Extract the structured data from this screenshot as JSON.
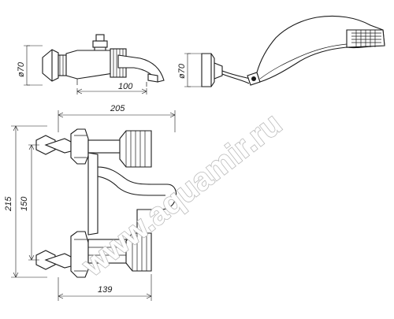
{
  "drawing": {
    "dimensions": {
      "top_diameter_left": "ø70",
      "top_diameter_right": "ø70",
      "spout_length": "100",
      "overall_width": "205",
      "overall_height": "215",
      "center_distance": "150",
      "bottom_width": "139"
    },
    "watermark": "www.aquamir.ru",
    "colors": {
      "line": "#1a1a1a",
      "background": "#ffffff",
      "watermark_outline": "#b9b9b9"
    }
  }
}
